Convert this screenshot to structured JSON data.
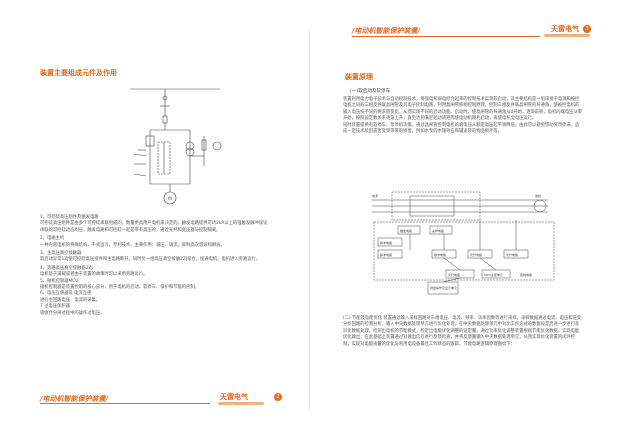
{
  "header": {
    "brand": "/电动机智能保护装置/",
    "logo": "天雷电气",
    "page_number": "3"
  },
  "footer": {
    "brand": "/电动机智能保护装置/",
    "logo": "天雷电气",
    "page_number": "2"
  },
  "left": {
    "title": "装置主要组成元件及作用",
    "items": [
      "1、可控硅高压组件及触发电路",
      "可控硅高压组件是由多个可控硅串联组成的，数量更具用户电机来决定的，触发电路提供可达2kA以上的强触发脉冲保证串联的可控硅动态均压，触发电路和可控硅一起是带有高压的，通过光纤和变压器与控制隔离。",
      "2、电磁主机",
      "一种内嵌电机的特殊结构，干式自冷，专利技术，主要作用：调压、调流，抑制高次谐波和瞬波。",
      "3、主高压真空接触器",
      "软启动异常1ZJ使可控硅高压组件和主电路断开，同时另一组高压真空接触2ZJ吸合，接通电机，电机进入旁路运行。",
      "4、旁路高压真空接触器2ZJ",
      "电机处于满载或者由于装置的故障时可以采用旁路运行。",
      "5、微机控制器MCU",
      "微机控制器是装置控制的核心部分，用于电机的启动、软停车、保护和节能的控制。",
      "6、电压互感器及 电流互感",
      "进行主回路电压、电流的采集。",
      "7 过电压保护器",
      "吸收合分闸过程中的操作过电压。"
    ]
  },
  "right": {
    "title": "装置原理",
    "sub1": "(一)软启动及软停车",
    "para1": "装置利用电力电子技术与自动控制技术，将强电和弱电结合起来的控制技术实现软启动，其主要结构是一组串接于电源和被控电机之间的三相反并联晶闸管及其电子控制电路，利用晶闸管移相控制原理，控制三相反并联晶闸管的导通角，使被控电机的输入电压按不同的要求而变化，从而实现不同的启动功能。启动时，使晶闸管的导通角从0开始，逐渐前移，电机的端电压从零开始，按照设定数关系逐渐上升，直至达到满足起动转矩而使电动机顺利启动，再使电机全电压运行。",
    "para2": "同时装置提供有软停车、泵停机功能，通过晶闸管控制电机的端电压从额定电压起平滑降低，由此可以避免惯动突然停滞，造成一定技术续因遗害变受带来的损害，例如水泵的水锤效应和辅送装的物品损坏等。",
    "diagram_labels": {
      "source": "电源",
      "motor": "电机",
      "trigger": "触发电路",
      "sampling": "采样电路",
      "pulse1": "脉冲电路",
      "pulse2": "脉冲电路",
      "pulse3": "脉冲电路",
      "opto1": "光纤电路",
      "opto2": "光纤电路",
      "opto3": "光纤电路",
      "cpu": "MCU主控单元",
      "display": "键盘操作及显示单元",
      "control": "控制电路"
    },
    "sub2": "(二) 节能及电能优化",
    "para3": "装置通过输入采样回路对三相电压、电流、频率、功率因数等进行采样，采样数据通过电流、电压和逆变分析回路的检测分析，输入中央数据处理单元进行优化处理，在中央数据处理单元中对比工作方式的数据设定后进一步进行差异化数据处理。检测出电机的节能模式，检定出电能优化调整的设定量。通过功率优化调整装置根据节能优化数据，实现电能优化输出，在此基础上装置通过对输出信号进行反馈检查，并将反馈量输入中央数据处理单元，从而实现优化装置的闭环控制，实现对电能质量的优化与利用电设备最佳工作状态的跟踪。节能电路逻辑原理图如下："
  }
}
